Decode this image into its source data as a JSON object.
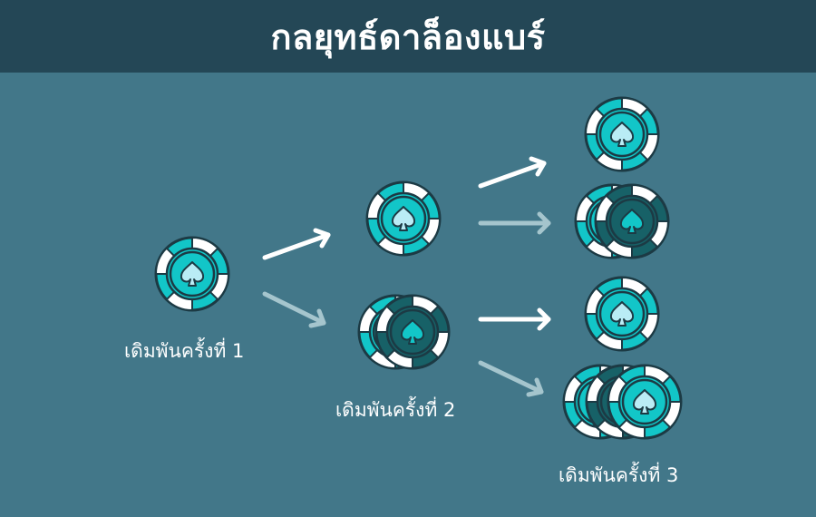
{
  "header": {
    "title": "กลยุทธ์ดาล็องแบร์"
  },
  "colors": {
    "header_bg": "#244756",
    "background": "#427789",
    "chip_teal": "#12c6c8",
    "chip_dark": "#176167",
    "chip_white": "#ffffff",
    "chip_outline": "#1c3a44",
    "spade_light": "#b9ecf5",
    "arrow_win": "#ffffff",
    "arrow_loss": "#a5c5cd"
  },
  "stages": [
    {
      "label": "เดิมพันครั้งที่ 1"
    },
    {
      "label": "เดิมพันครั้งที่ 2"
    },
    {
      "label": "เดิมพันครั้งที่ 3"
    }
  ],
  "legend": {
    "win_arrow": "white arrow",
    "loss_arrow": "grey arrow"
  }
}
